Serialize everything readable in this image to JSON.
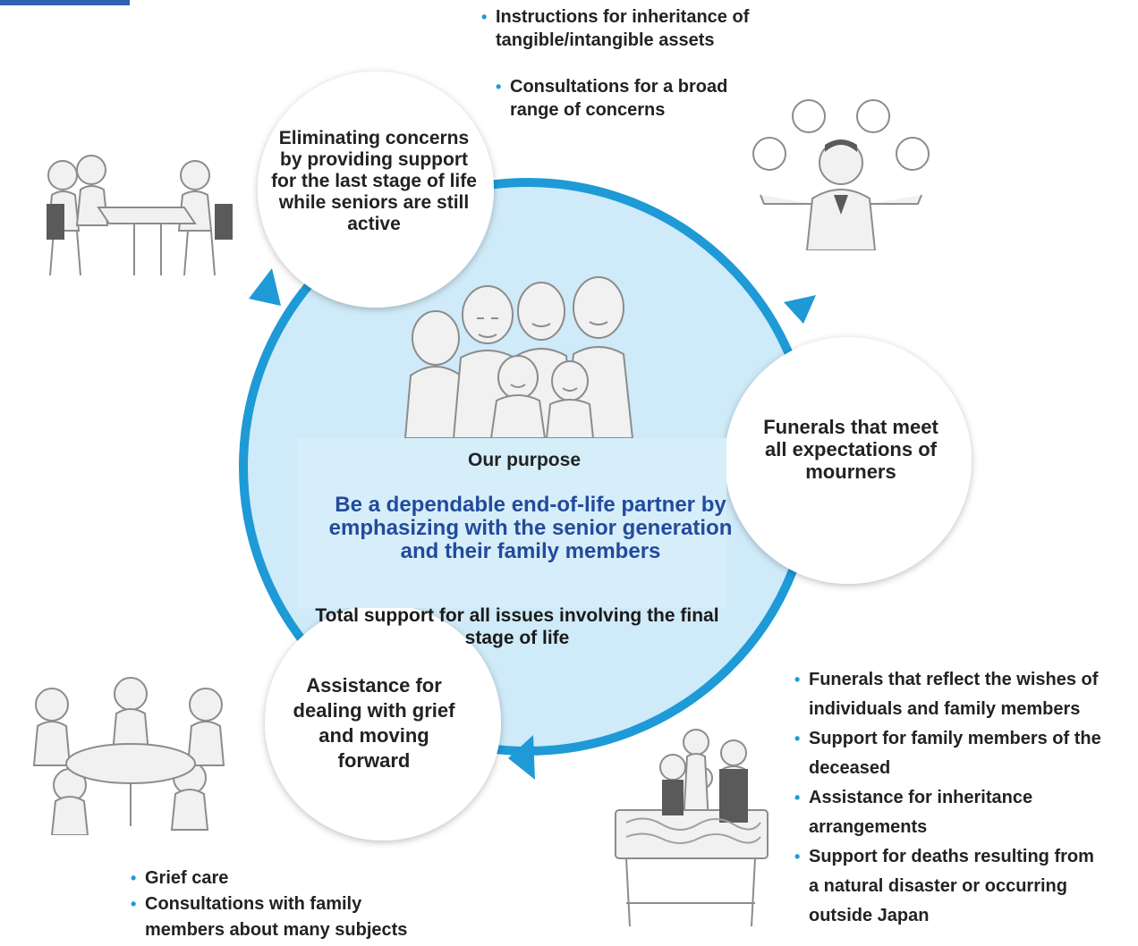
{
  "colors": {
    "cycle_arrow": "#1e9ad6",
    "center_fill": "#cfeaf8",
    "purpose_text": "#234a9c",
    "bullet": "#1e9ad6"
  },
  "center": {
    "heading": "Our purpose",
    "purpose": "Be a dependable end-of-life partner by emphasizing with the senior generation and their family members",
    "support": "Total support for all issues involving the final stage of life"
  },
  "circles": {
    "top": "Eliminating concerns by providing support for the last stage of life while seniors are still active",
    "right": "Funerals that meet all expectations of mourners",
    "bottom": "Assistance for dealing with grief and moving forward"
  },
  "lists": {
    "top": [
      "Instructions for inheritance of tangible/intangible assets",
      "Consultations for a broad range of concerns"
    ],
    "right": [
      "Funerals that reflect the wishes of individuals and family members",
      "Support for family members of the deceased",
      "Assistance for inheritance arrangements",
      "Support for deaths resulting from a natural disaster or occurring outside Japan"
    ],
    "left": [
      "Grief care",
      "Consultations with family members about many subjects"
    ]
  },
  "illustrations": {
    "family": "family-group-illustration",
    "consultation": "consultation-table-illustration",
    "advisor": "advisor-with-icons-illustration",
    "grief_group": "grief-support-group-illustration",
    "funeral": "funeral-casket-illustration"
  }
}
